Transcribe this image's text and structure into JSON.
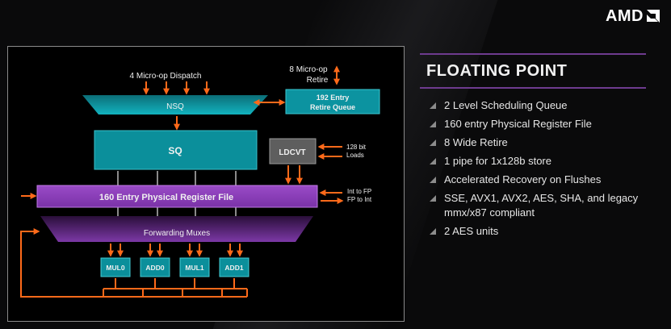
{
  "brand": {
    "logo_text": "AMD"
  },
  "diagram": {
    "dispatch_label": "4 Micro-op Dispatch",
    "retire_label_1": "8 Micro-op",
    "retire_label_2": "Retire",
    "nsq": "NSQ",
    "retire_queue_1": "192 Entry",
    "retire_queue_2": "Retire Queue",
    "sq": "SQ",
    "ldcvt": "LDCVT",
    "loads_1": "128 bit",
    "loads_2": "Loads",
    "prf": "160 Entry Physical Register File",
    "int_to_fp": "Int to FP",
    "fp_to_int": "FP to Int",
    "forwarding": "Forwarding Muxes",
    "units": [
      "MUL0",
      "ADD0",
      "MUL1",
      "ADD1"
    ]
  },
  "panel": {
    "title": "FLOATING POINT",
    "bullets": [
      "2 Level Scheduling Queue",
      "160 entry Physical Register File",
      "8 Wide Retire",
      "1 pipe for 1x128b store",
      "Accelerated Recovery on Flushes",
      "SSE, AVX1, AVX2, AES, SHA, and legacy mmx/x87 compliant",
      "2 AES units"
    ]
  },
  "colors": {
    "orange_arrow": "#ff6a1a",
    "teal": "#0a9aa6",
    "purple": "#8a3fb8",
    "gray_block": "#5e5e5e",
    "accent_rule": "#6e3b8f"
  }
}
